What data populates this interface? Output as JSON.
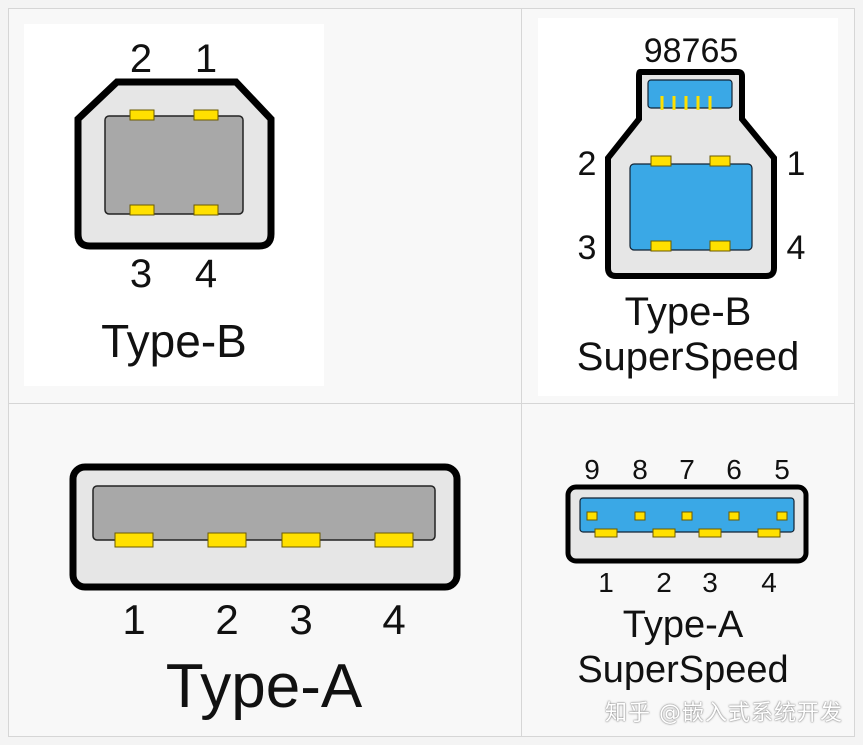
{
  "colors": {
    "shell": "#000000",
    "housing": "#e6e6e6",
    "insert_gray": "#a8a8a8",
    "insert_blue": "#3aa8e6",
    "pin": "#ffe000",
    "pin_outline": "#6b5a00"
  },
  "type_b": {
    "title": "Type-B",
    "top_pins": [
      "2",
      "1"
    ],
    "bottom_pins": [
      "3",
      "4"
    ]
  },
  "type_b_superspeed": {
    "title_line1": "Type-B",
    "title_line2": "SuperSpeed",
    "top_pins": "98765",
    "left_pins": [
      "2",
      "3"
    ],
    "right_pins": [
      "1",
      "4"
    ]
  },
  "type_a": {
    "title": "Type-A",
    "pins": [
      "1",
      "2",
      "3",
      "4"
    ]
  },
  "type_a_superspeed": {
    "title_line1": "Type-A",
    "title_line2": "SuperSpeed",
    "top_pins": [
      "9",
      "8",
      "7",
      "6",
      "5"
    ],
    "bottom_pins": [
      "1",
      "2",
      "3",
      "4"
    ]
  },
  "watermark": "知乎 @嵌入式系统开发"
}
